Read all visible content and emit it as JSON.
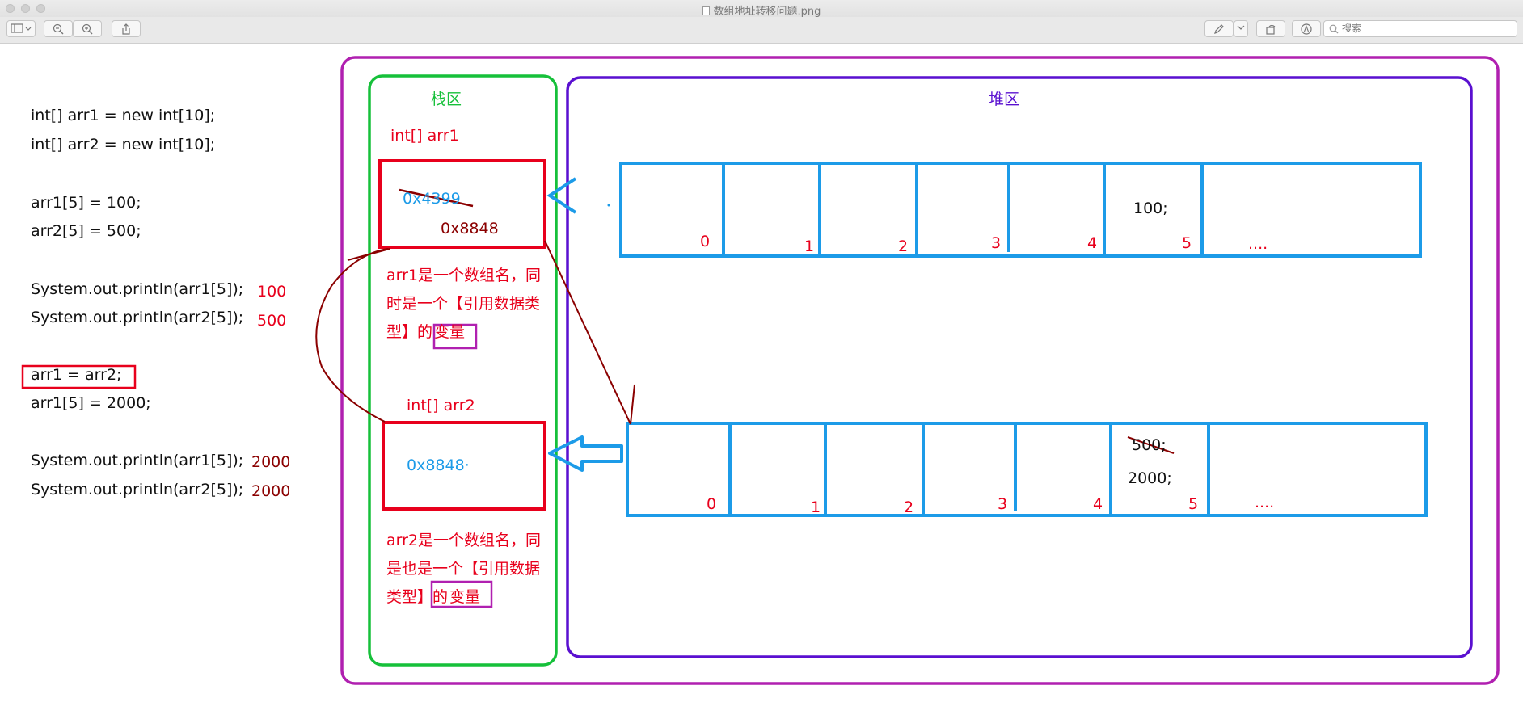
{
  "window": {
    "title": "数组地址转移问题.png",
    "search_placeholder": "搜索"
  },
  "code": [
    "int[] arr1 = new int[10];",
    "int[] arr2 = new int[10];",
    "arr1[5] = 100;",
    "arr2[5] = 500;",
    "System.out.println(arr1[5]);",
    "System.out.println(arr2[5]);",
    "arr1 = arr2;",
    "arr1[5] = 2000;",
    "System.out.println(arr1[5]);",
    "System.out.println(arr2[5]);"
  ],
  "outputs": [
    "100",
    "500",
    "2000",
    "2000"
  ],
  "stack": {
    "title": "栈区",
    "arr1_label": "int[] arr1",
    "arr1_old_address": "0x4399",
    "arr1_new_address": "0x8848",
    "arr1_note": [
      "arr1是一个数组名，同",
      "时是一个【引用数据类",
      "型】的"
    ],
    "arr1_note_boxed": "变量",
    "arr2_label": "int[] arr2",
    "arr2_address": "0x8848·",
    "arr2_note": [
      "arr2是一个数组名，同",
      "是也是一个【引用数据",
      "类型】的"
    ],
    "arr2_note_boxed": "变量"
  },
  "heap": {
    "title": "堆区",
    "indices": [
      "0",
      "1",
      "2",
      "3",
      "4",
      "5",
      "...."
    ],
    "array1_value": "100;",
    "array2_old_value": "500;",
    "array2_new_value": "2000;"
  },
  "colors": {
    "stack_border": "#16c03a",
    "heap_border": "#5a10d0",
    "outer_border": "#b020b0",
    "ref_box": "#e8001c",
    "array_cell": "#1c9be8",
    "address_blue": "#1c9be8",
    "pointer_line": "#8b0000"
  }
}
